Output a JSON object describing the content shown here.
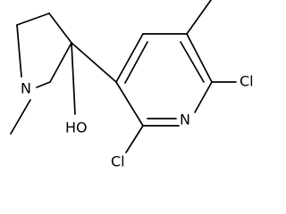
{
  "labels": {
    "n_ring": "N",
    "n_pyrrolidine": "N",
    "hydroxyl": "HO",
    "chlorine_right": "Cl",
    "chlorine_bottom": "Cl"
  }
}
